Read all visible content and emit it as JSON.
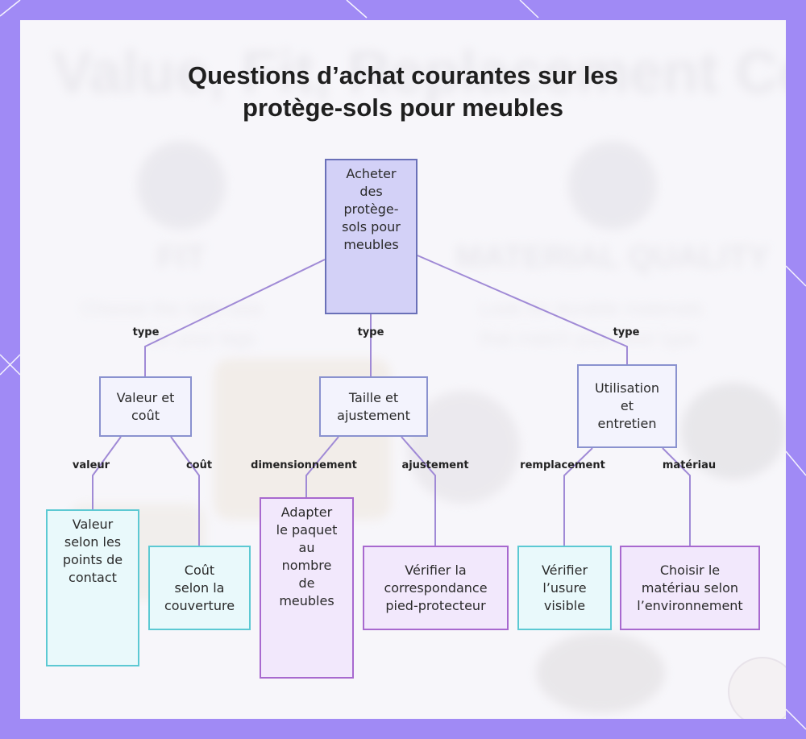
{
  "title": {
    "line1": "Questions d’achat courantes sur les",
    "line2": "protège-sols pour meubles"
  },
  "background_ghost": {
    "headline": "Value, Fit, Replacement Cost",
    "left_heading": "FIT",
    "right_heading": "MATERIAL QUALITY",
    "left_text_1": "Choose the right size",
    "left_text_2": "for your legs",
    "right_text_1": "Look for durable materials",
    "right_text_2": "that match your floor type"
  },
  "colors": {
    "frame": "#a08af5",
    "root_fill": "#d3d1f7",
    "mid_fill": "#f3f3fd",
    "cyan_fill": "#e9f9fb",
    "purple_fill": "#f2e8fc",
    "edge": "#a08ad6"
  },
  "nodes": {
    "root": [
      "Acheter",
      "des",
      "protège-",
      "sols pour",
      "meubles"
    ],
    "value": [
      "Valeur et",
      "coût"
    ],
    "size": [
      "Taille et",
      "ajustement"
    ],
    "usage": [
      "Utilisation",
      "et",
      "entretien"
    ],
    "value_contact": [
      "Valeur",
      "selon les",
      "points de",
      "contact"
    ],
    "cost_coverage": [
      "Coût",
      "selon la",
      "couverture"
    ],
    "adapt_pack": [
      "Adapter",
      "le paquet",
      "au",
      "nombre",
      "de",
      "meubles"
    ],
    "check_fit": [
      "Vérifier la",
      "correspondance",
      "pied-protecteur"
    ],
    "check_wear": [
      "Vérifier",
      "l’usure",
      "visible"
    ],
    "choose_material": [
      "Choisir le",
      "matériau selon",
      "l’environnement"
    ]
  },
  "edge_labels": {
    "type_left": "type",
    "type_center": "type",
    "type_right": "type",
    "valeur": "valeur",
    "cout": "coût",
    "dimensionnement": "dimensionnement",
    "ajustement": "ajustement",
    "remplacement": "remplacement",
    "materiau": "matériau"
  }
}
